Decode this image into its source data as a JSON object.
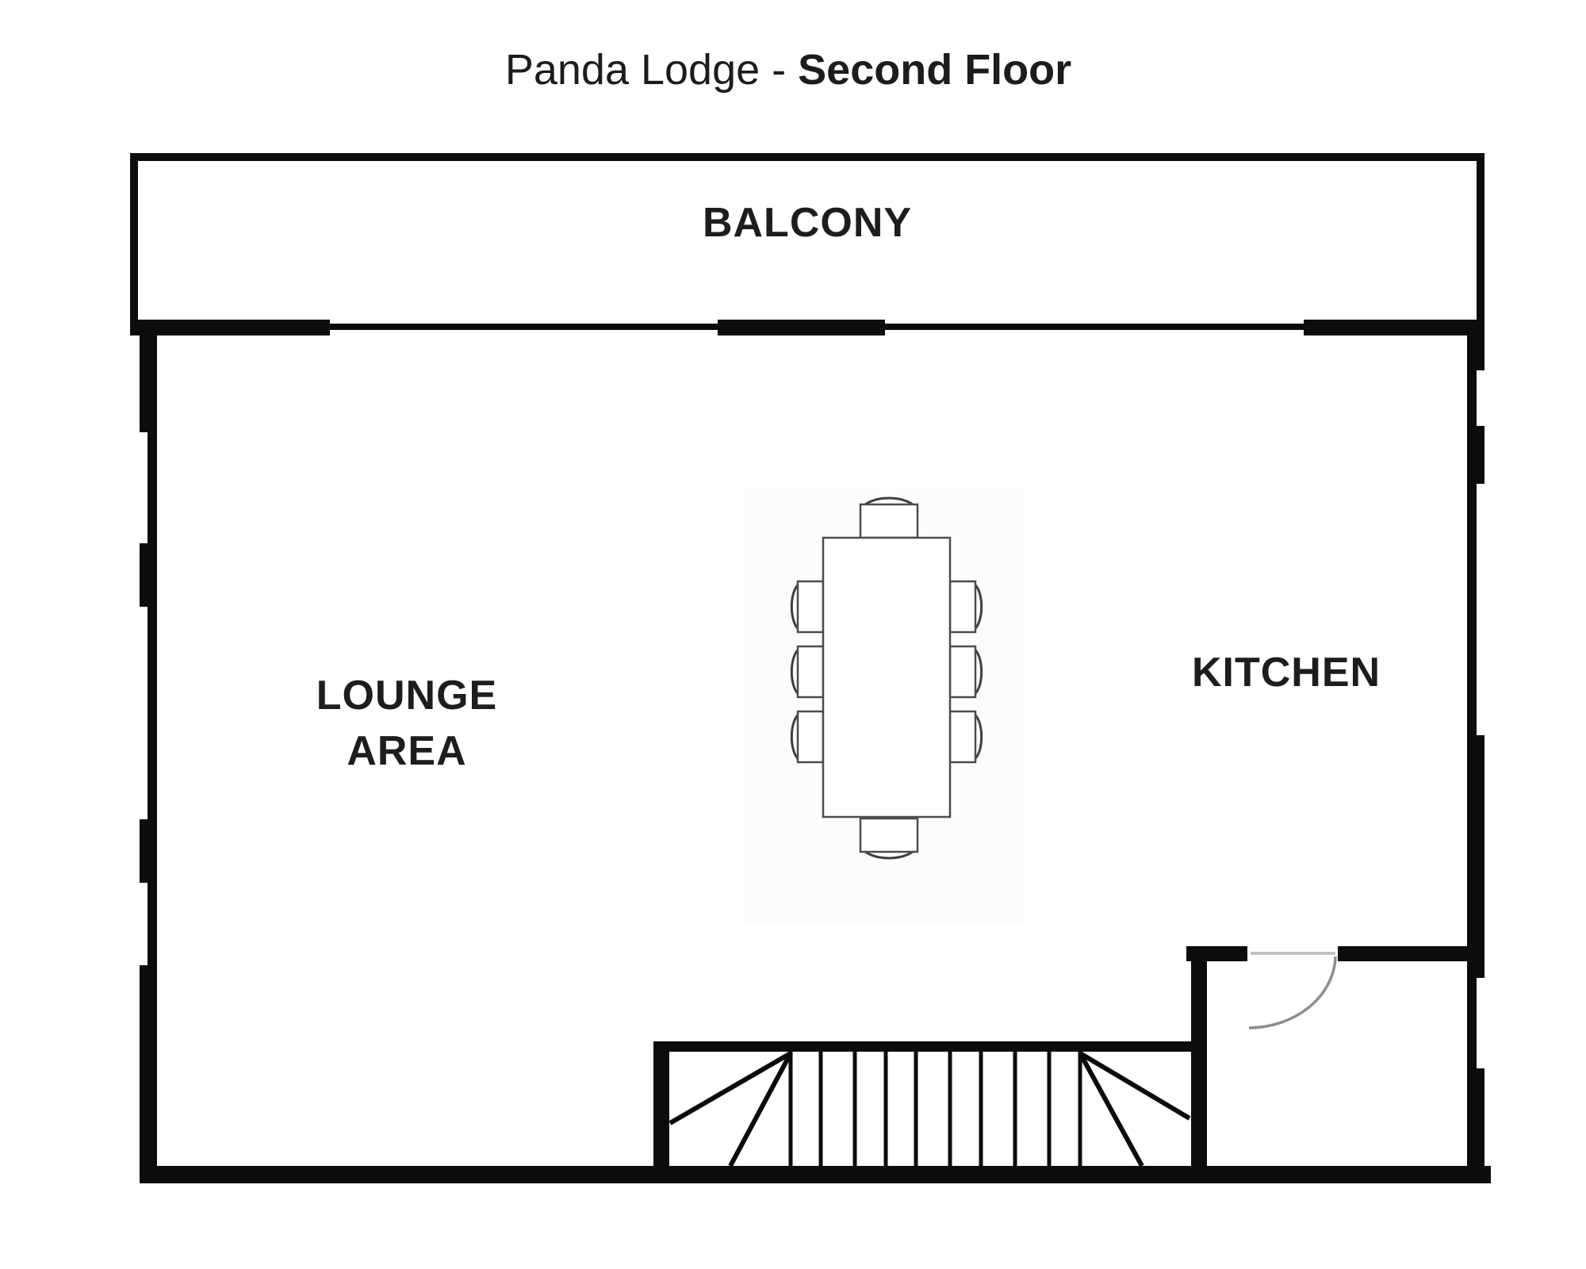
{
  "title": {
    "prefix": "Panda Lodge - ",
    "bold": "Second Floor"
  },
  "rooms": {
    "balcony": "BALCONY",
    "lounge_line1": "LOUNGE",
    "lounge_line2": "AREA",
    "kitchen": "KITCHEN"
  },
  "colors": {
    "wall": "#0c0c0c",
    "label": "#1d1d1d",
    "furniture_outline": "#4c4c4c",
    "chair_back": "#3e3e3e",
    "door_leaf": "#c2c2c2",
    "door_arc": "#8d8d8d",
    "table_backdrop": "#fcfcfc"
  }
}
